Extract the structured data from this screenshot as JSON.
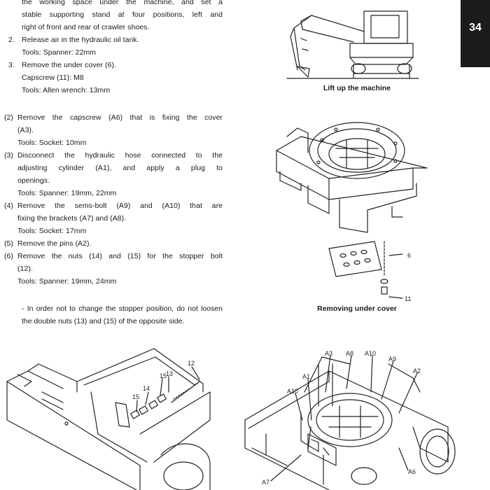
{
  "page_number": "34",
  "steps_top": [
    "the working space under the machine, and set a",
    "stable supporting stand at four positions, left and",
    "right of front and rear of crawler shoes."
  ],
  "step2": {
    "num": "2.",
    "text": "Release air in the hydraulic oil tank.",
    "tools": "Tools: Spanner: 22mm"
  },
  "step3": {
    "num": "3.",
    "text": "Remove the under cover (6).",
    "capscrew": "Capscrew (11): M8",
    "tools": "Tools: Allen wrench: 13mm"
  },
  "sub1": {
    "num": "(2)",
    "l1": "Remove the capscrew (A6) that is fixing the cover",
    "l2": "(A3).",
    "tools": "Tools: Socket: 10mm"
  },
  "sub2": {
    "num": "(3)",
    "l1": "Disconnect the hydraulic hose connected to the",
    "l2": "adjusting cylinder (A1), and apply a plug to",
    "l3": "openings.",
    "tools": "Tools: Spanner: 19mm, 22mm"
  },
  "sub3": {
    "num": "(4)",
    "l1": "Remove the sems-bolt (A9) and (A10) that are",
    "l2": "fixing the brackets (A7) and (A8).",
    "tools": "Tools: Socket: 17mm"
  },
  "sub4": {
    "num": "(5)",
    "l1": "Remove the pins (A2)."
  },
  "sub5": {
    "num": "(6)",
    "l1": "Remove the nuts (14) and (15) for the stopper bolt",
    "l2": "(12).",
    "tools": "Tools: Spanner: 19mm, 24mm"
  },
  "note": "- In order not to change the stopper position, do not loosen the double nuts (13) and (15) of the opposite side.",
  "captions": {
    "lift": "Lift up the machine",
    "under_cover": "Removing under cover"
  },
  "callouts": {
    "c6": "6",
    "c11": "11",
    "c12": "12",
    "c13": "13",
    "c14": "14",
    "c15a": "15",
    "c15b": "15",
    "a3": "A3",
    "a8": "A8",
    "a10a": "A10",
    "a9": "A9",
    "a2": "A2",
    "a1": "A1",
    "a10b": "A10",
    "a6": "A6",
    "a7": "A7"
  }
}
